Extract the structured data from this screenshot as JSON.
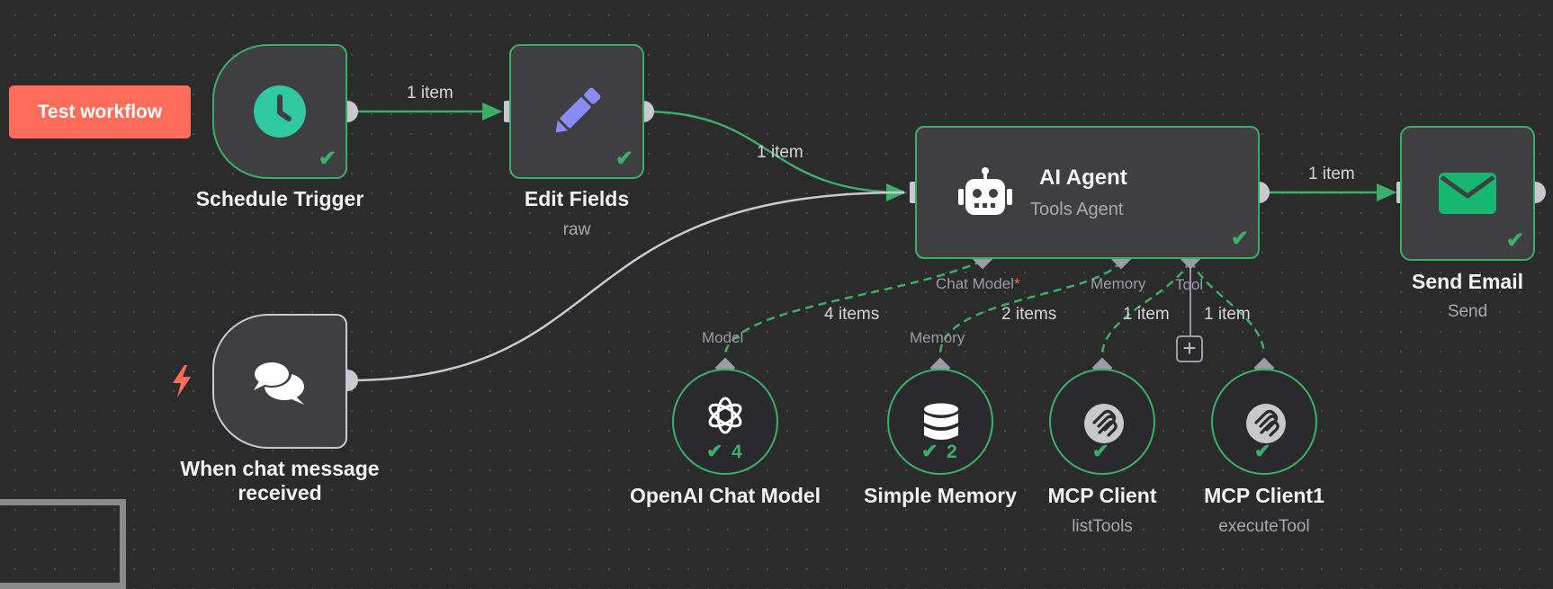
{
  "toolbar": {
    "test_label": "Test workflow"
  },
  "colors": {
    "success": "#3cae67",
    "accent": "#ff6d5a",
    "node_bg": "#3f3f42",
    "canvas_bg": "#2b2b2c",
    "edit_icon": "#8b8bf7",
    "email_icon": "#16b871"
  },
  "nodes": {
    "schedule_trigger": {
      "title": "Schedule Trigger",
      "icon": "clock-icon"
    },
    "edit_fields": {
      "title": "Edit Fields",
      "subtitle": "raw",
      "icon": "pencil-icon"
    },
    "chat_trigger": {
      "title_line1": "When chat message",
      "title_line2": "received",
      "icon": "chat-bubbles-icon",
      "trigger_icon": "lightning-bolt-icon"
    },
    "ai_agent": {
      "title": "AI Agent",
      "subtitle": "Tools Agent",
      "icon": "robot-icon"
    },
    "send_email": {
      "title": "Send Email",
      "subtitle": "Send",
      "icon": "envelope-icon"
    },
    "openai_model": {
      "title": "OpenAI Chat Model",
      "runs": "4",
      "icon": "openai-icon"
    },
    "simple_memory": {
      "title": "Simple Memory",
      "runs": "2",
      "icon": "database-icon"
    },
    "mcp_client": {
      "title": "MCP Client",
      "subtitle": "listTools",
      "icon": "mcp-icon"
    },
    "mcp_client1": {
      "title": "MCP Client1",
      "subtitle": "executeTool",
      "icon": "mcp-icon"
    }
  },
  "edges": {
    "trigger_to_edit": "1 item",
    "edit_to_agent": "1 item",
    "agent_to_email": "1 item",
    "model_to_agent": "4 items",
    "memory_to_agent": "2 items",
    "mcp_to_agent": "1 item",
    "mcp1_to_agent": "1 item"
  },
  "ports": {
    "chat_model": "Chat Model",
    "chat_model_required": "*",
    "memory": "Memory",
    "tool": "Tool",
    "model_in": "Model",
    "memory_in": "Memory"
  }
}
